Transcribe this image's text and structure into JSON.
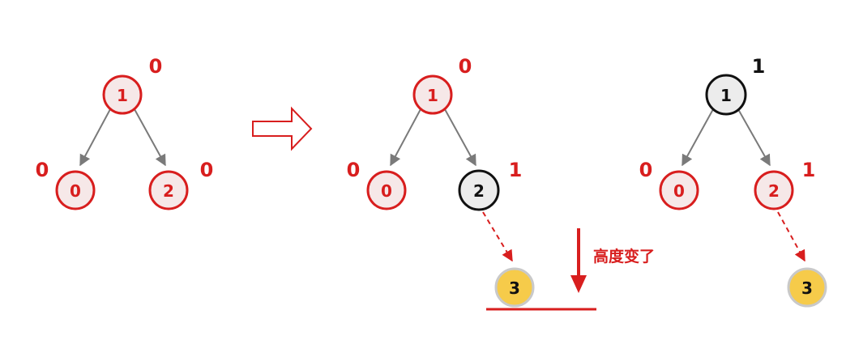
{
  "colors": {
    "red": "#d81e1e",
    "red_fill": "#f6e8e8",
    "black": "#111111",
    "black_fill": "#ececec",
    "gold_fill": "#f6cb4a",
    "gold_stroke": "#c9c9c9",
    "edge": "#7a7a7a"
  },
  "trees": [
    {
      "nodes": [
        {
          "id": "t1-n1",
          "value": "1",
          "height": "0",
          "style": "red"
        },
        {
          "id": "t1-n0",
          "value": "0",
          "height": "0",
          "style": "red"
        },
        {
          "id": "t1-n2",
          "value": "2",
          "height": "0",
          "style": "red"
        }
      ]
    },
    {
      "nodes": [
        {
          "id": "t2-n1",
          "value": "1",
          "height": "0",
          "style": "red"
        },
        {
          "id": "t2-n0",
          "value": "0",
          "height": "0",
          "style": "red"
        },
        {
          "id": "t2-n2",
          "value": "2",
          "height": "1",
          "style": "black"
        },
        {
          "id": "t2-n3",
          "value": "3",
          "height": "",
          "style": "gold"
        }
      ]
    },
    {
      "nodes": [
        {
          "id": "t3-n1",
          "value": "1",
          "height": "1",
          "style": "black"
        },
        {
          "id": "t3-n0",
          "value": "0",
          "height": "0",
          "style": "red"
        },
        {
          "id": "t3-n2",
          "value": "2",
          "height": "1",
          "style": "red"
        },
        {
          "id": "t3-n3",
          "value": "3",
          "height": "",
          "style": "gold"
        }
      ]
    }
  ],
  "annotation": {
    "text": "高度变了"
  }
}
